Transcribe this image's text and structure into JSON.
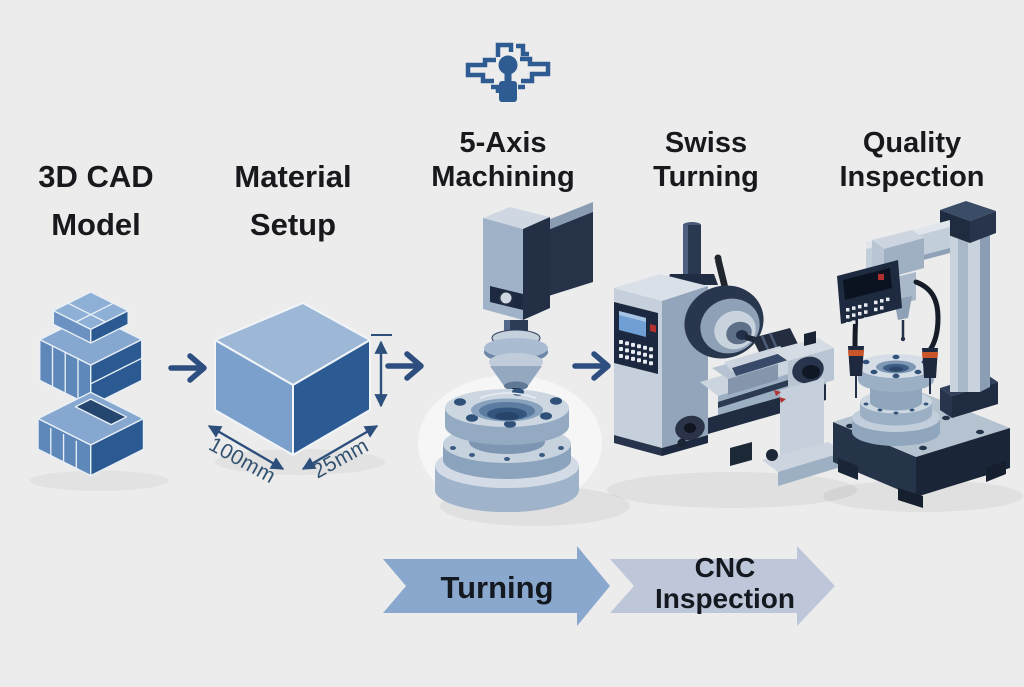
{
  "stages": [
    {
      "name": "cad-model",
      "line1": "3D CAD",
      "line2": "Model"
    },
    {
      "name": "material-setup",
      "line1": "Material",
      "line2": "Setup"
    },
    {
      "name": "five-axis-machining",
      "line1": "5-Axis",
      "line2": "Machining"
    },
    {
      "name": "swiss-turning",
      "line1": "Swiss",
      "line2": "Turning"
    },
    {
      "name": "quality-inspection",
      "line1": "Quality",
      "line2": "Inspection"
    }
  ],
  "material_dimensions": {
    "width": "100mm",
    "depth": "25mm"
  },
  "flow_banner": {
    "step1": "Turning",
    "step2_line1": "CNC",
    "step2_line2": "Inspection"
  },
  "icons": {
    "header": "five-axis-machining-crosshair-icon"
  },
  "colors": {
    "background": "#ececec",
    "label_text": "#17191c",
    "dimension_text": "#33526f",
    "dimension_lines": "#2d4f7c",
    "flow_arrow": "#2d4e7e",
    "banner_arrow_primary": "#8aa8ce",
    "banner_arrow_secondary": "#bec7d9",
    "block_top": "#9db7d7",
    "block_left": "#7aa0cb",
    "block_right": "#2c5b93",
    "machine_light": "#c6d0dc",
    "machine_mid": "#93a5ba",
    "machine_dark": "#1f2b40",
    "icon_blue": "#2e5b92",
    "probe_band_orange": "#c9552b",
    "screen_blue": "#6f9fd4",
    "alert_red": "#b03030"
  }
}
